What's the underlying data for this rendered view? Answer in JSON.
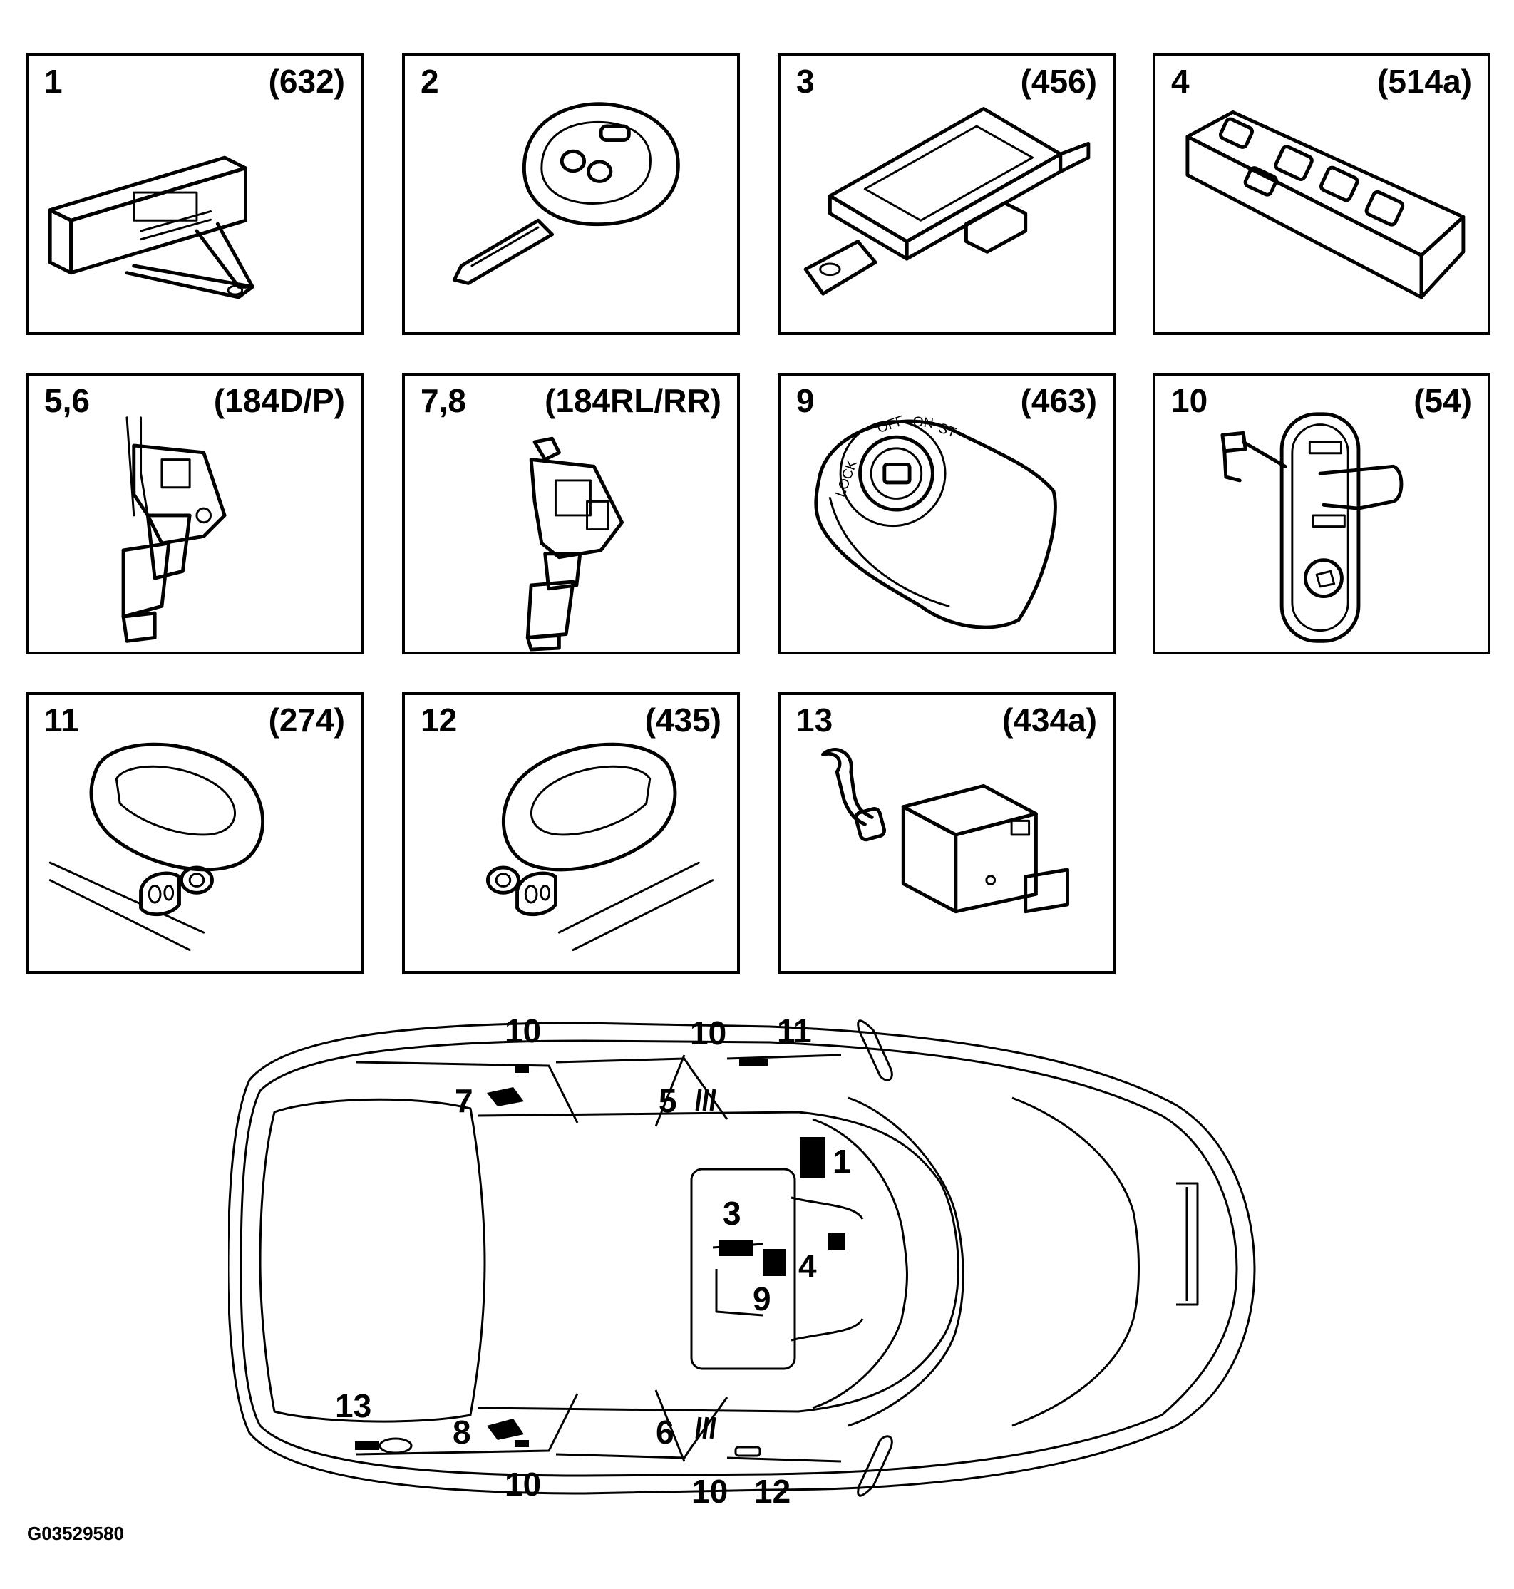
{
  "panels": [
    {
      "num": "1",
      "code": "(632)"
    },
    {
      "num": "2",
      "code": ""
    },
    {
      "num": "3",
      "code": "(456)"
    },
    {
      "num": "4",
      "code": "(514a)"
    },
    {
      "num": "5,6",
      "code": "(184D/P)"
    },
    {
      "num": "7,8",
      "code": "(184RL/RR)"
    },
    {
      "num": "9",
      "code": "(463)"
    },
    {
      "num": "10",
      "code": "(54)"
    },
    {
      "num": "11",
      "code": "(274)"
    },
    {
      "num": "12",
      "code": "(435)"
    },
    {
      "num": "13",
      "code": "(434a)"
    }
  ],
  "ignition_labels": {
    "lock": "LOCK",
    "off": "OFF",
    "on": "ON",
    "st": "ST"
  },
  "car_labels": {
    "l10a": "10",
    "l10b": "10",
    "l11": "11",
    "l7": "7",
    "l5": "5",
    "l1": "1",
    "l3": "3",
    "l4": "4",
    "l9": "9",
    "l13": "13",
    "l8": "8",
    "l6": "6",
    "l10c": "10",
    "l10d": "10",
    "l12": "12"
  },
  "figure_id": "G03529580"
}
